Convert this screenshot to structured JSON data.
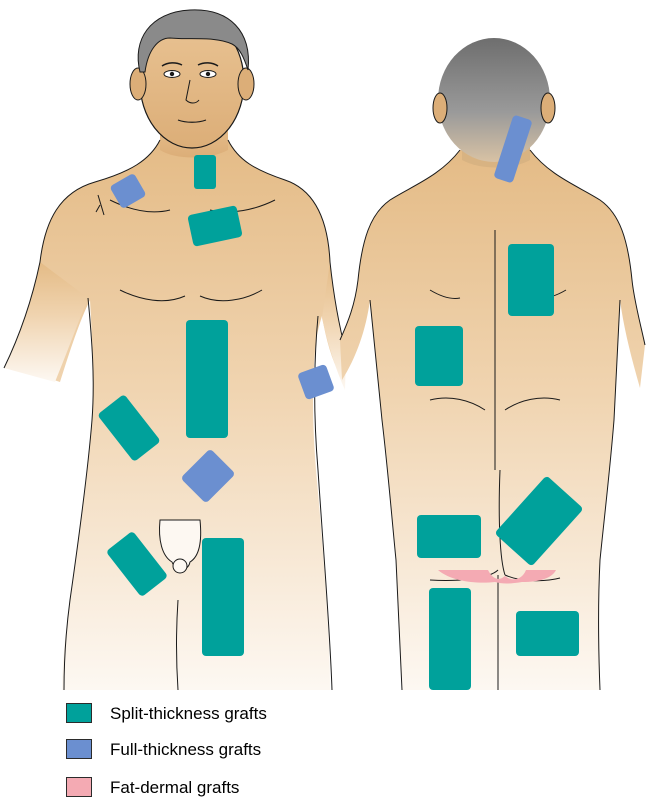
{
  "colors": {
    "split": "#00a19b",
    "full": "#6b8fd0",
    "fat": "#f4aab3",
    "skin_top": "#e7c08c",
    "skin_bottom": "#fdf6ee",
    "hair": "#8a8a8a",
    "outline": "#1a1a1a"
  },
  "legend": [
    {
      "key": "split",
      "label": "Split-thickness grafts"
    },
    {
      "key": "full",
      "label": "Full-thickness grafts"
    },
    {
      "key": "fat",
      "label": "Fat-dermal grafts"
    }
  ]
}
